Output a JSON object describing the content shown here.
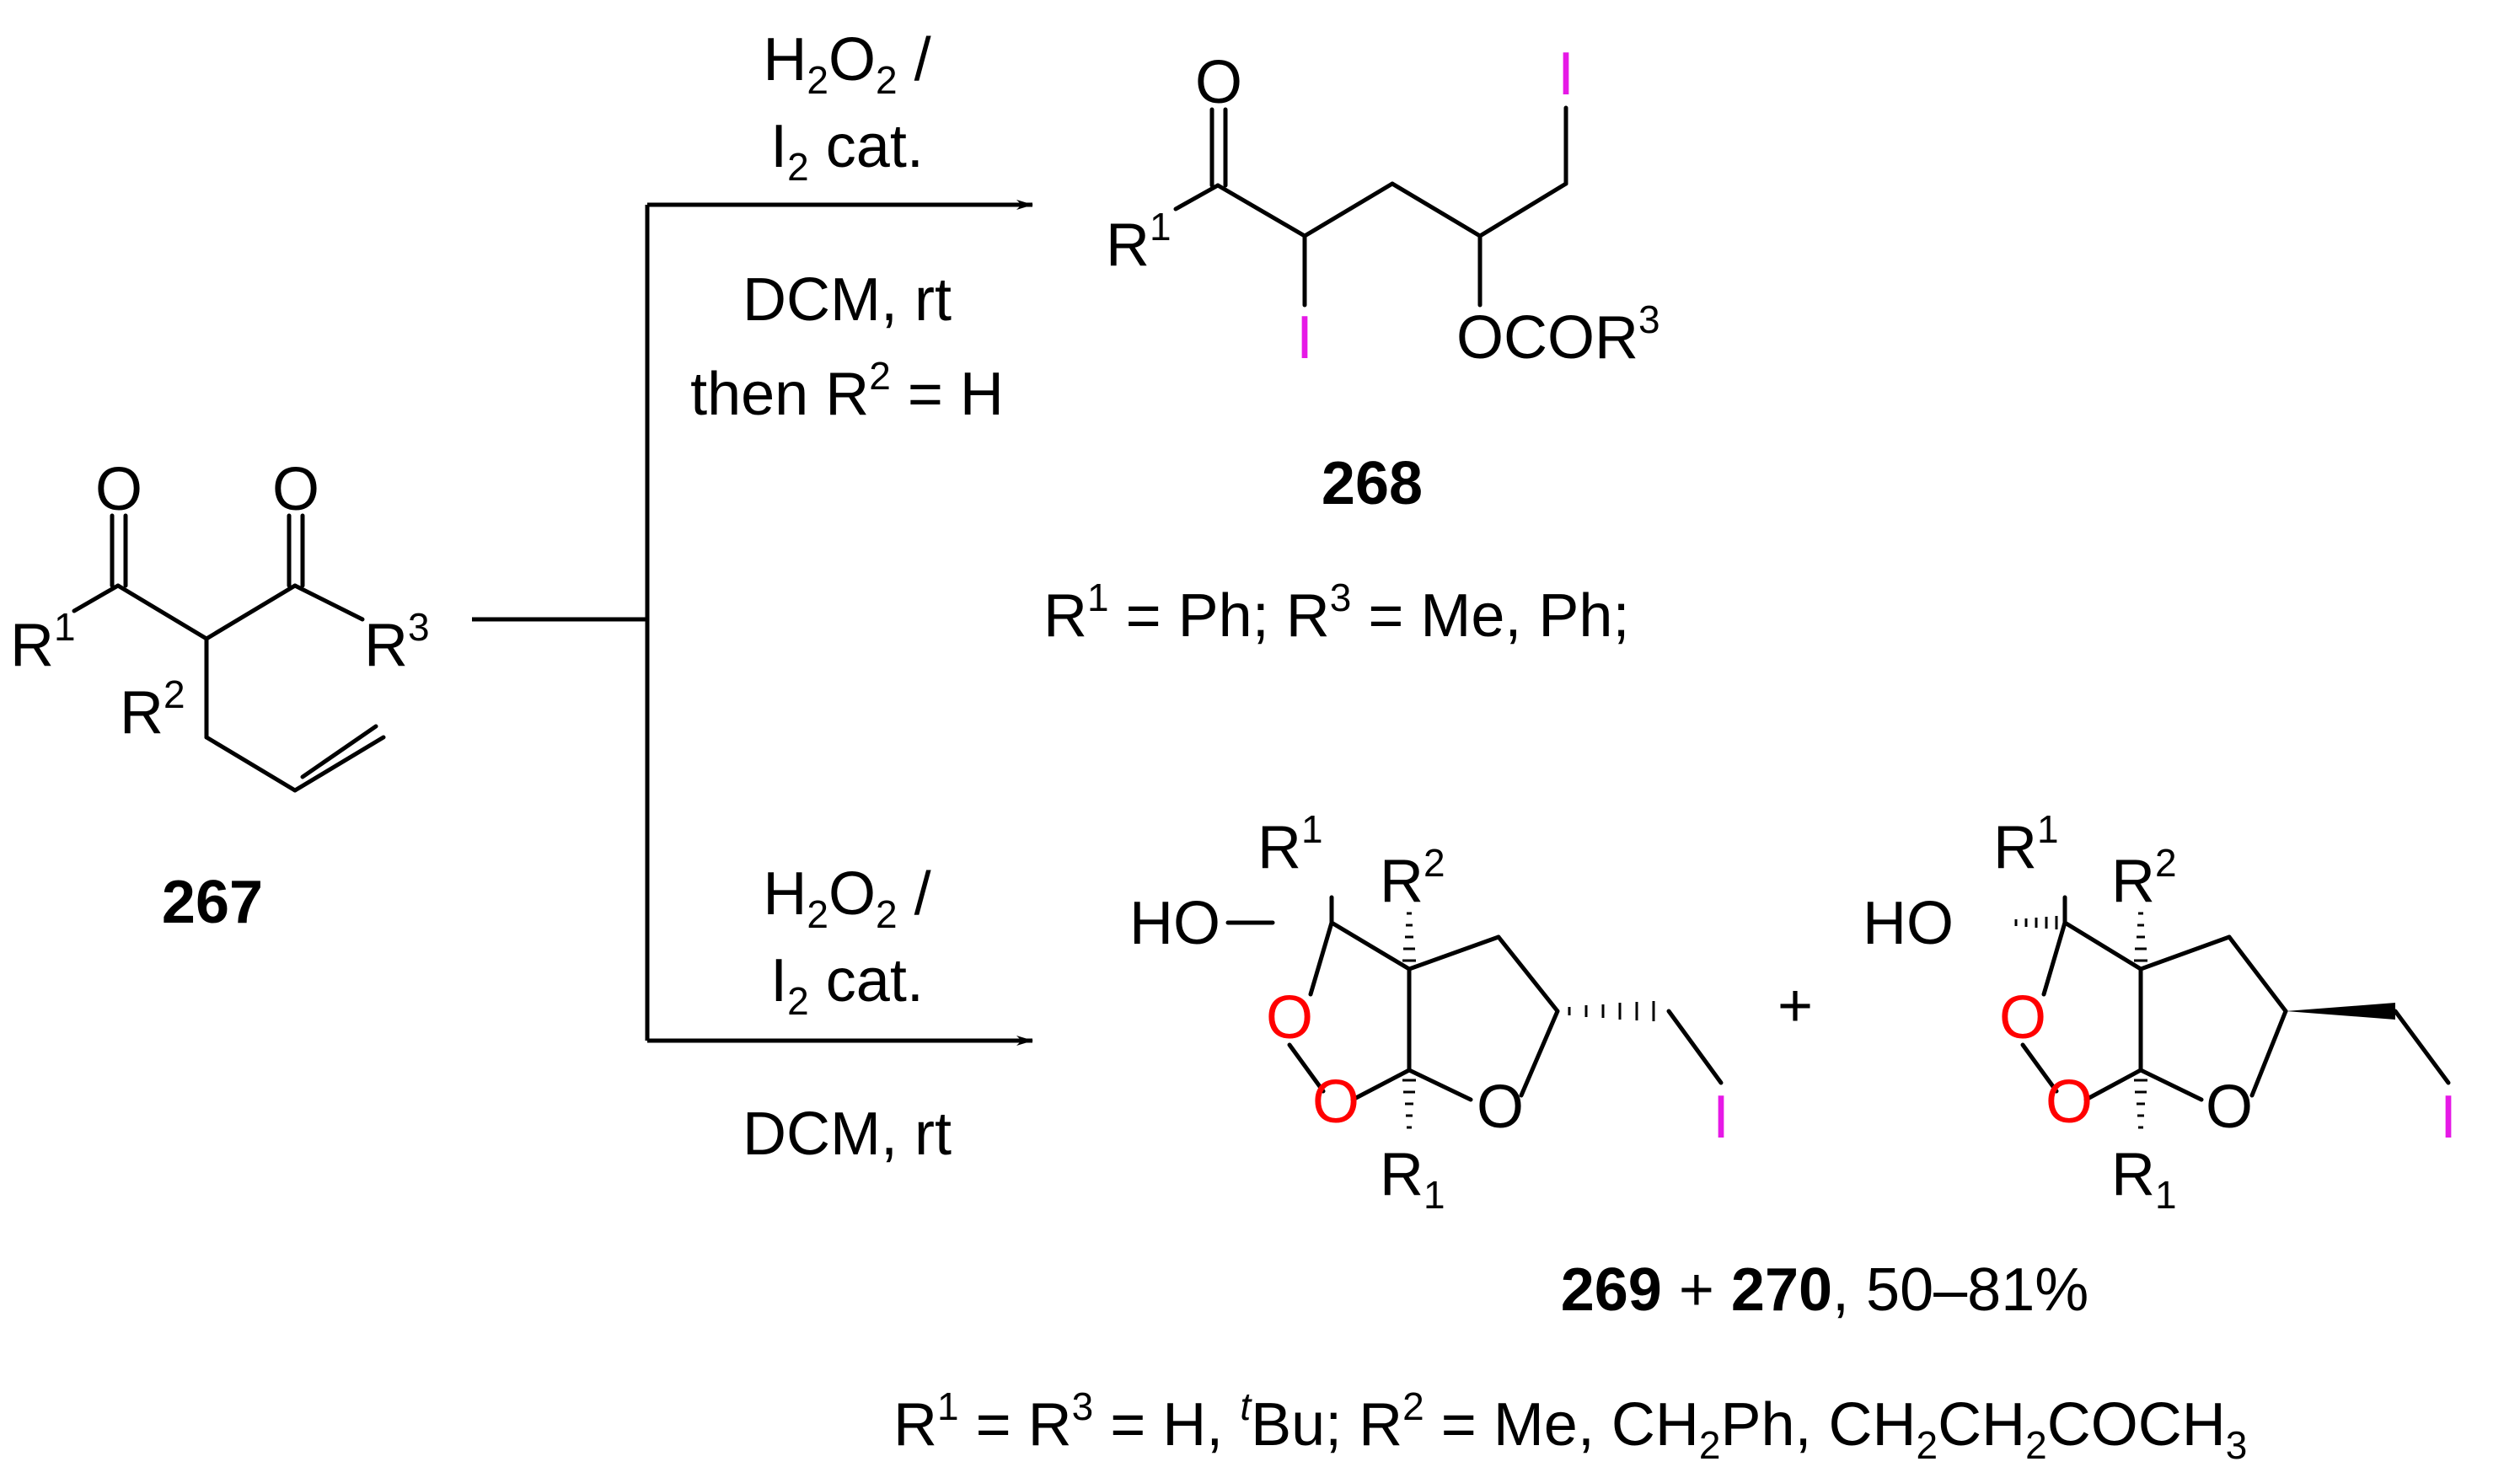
{
  "scheme": {
    "compounds": {
      "c267": "267",
      "c268": "268",
      "c269": "269",
      "c270": "270"
    },
    "top_conditions": {
      "line1": "H",
      "line1_sub": "2",
      "line1_mid": "O",
      "line1_sub2": "2",
      "line1_end": " /",
      "line2": "I",
      "line2_sub": "2",
      "line2_end": " cat.",
      "line3": "DCM, rt",
      "line4": "then R",
      "line4_sup": "2",
      "line4_end": " = H"
    },
    "bottom_conditions": {
      "line1": "H",
      "line1_sub": "2",
      "line1_mid": "O",
      "line1_sub2": "2",
      "line1_end": " /",
      "line2": "I",
      "line2_sub": "2",
      "line2_end": " cat.",
      "line3": "DCM, rt"
    },
    "atoms": {
      "O": "O",
      "I": "I",
      "R": "R",
      "HO": "HO",
      "OCOR": "OCOR",
      "sup1": "1",
      "sup2": "2",
      "sup3": "3",
      "sub1": "1"
    },
    "plus": "+",
    "r268_line": {
      "a": "R",
      "a_sup": "1",
      "b": " = Ph; R",
      "b_sup": "3",
      "c": " = Me, Ph;"
    },
    "yield_line": {
      "a": "269",
      "b": " + ",
      "c": "270",
      "d": ", 50–81%"
    },
    "r269_line": {
      "a": "R",
      "a_sup": "1",
      "b": " = R",
      "b_sup": "3",
      "c": " = H, ",
      "t": "t",
      "d": "Bu;  R",
      "d_sup": "2",
      "e": " = Me, CH",
      "e_sub": "2",
      "f": "Ph, CH",
      "f_sub": "2",
      "g": "CH",
      "g_sub": "2",
      "h": "COCH",
      "h_sub": "3"
    },
    "colors": {
      "iodine": "#e619e6",
      "oxygen": "#ff0000",
      "ink": "#000000"
    }
  }
}
